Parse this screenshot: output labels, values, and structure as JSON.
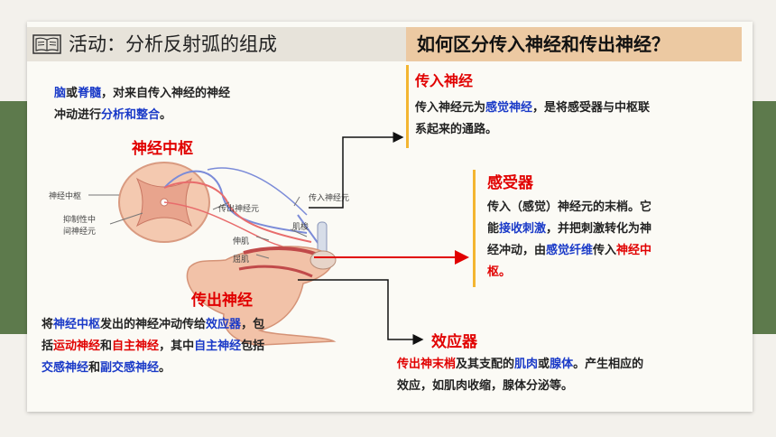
{
  "title_bar": {
    "text": "活动：分析反射弧的组成"
  },
  "question": {
    "text": "如何区分传入神经和传出神经？"
  },
  "center_note": {
    "line1": {
      "p1": "脑",
      "p2": "或",
      "p3": "脊髓",
      "p4": "，对来自传入神经的神经"
    },
    "line2": {
      "p1": "冲动进行",
      "p2": "分析和整合",
      "p3": "。"
    }
  },
  "labels": {
    "nerve_center": "神经中枢",
    "efferent": "传出神经"
  },
  "diagram_labels": {
    "center": "神经中枢",
    "interneuron_1": "抑制性中",
    "interneuron_2": "间神经元",
    "afferent_neuron": "传入神经元",
    "efferent_neuron": "传出神经元",
    "extensor": "伸肌",
    "flexor": "屈肌",
    "spindle": "肌梭"
  },
  "afferent": {
    "heading": "传入神经",
    "line1": {
      "p1": "传入神经元为",
      "p2": "感觉神经",
      "p3": "，是将感受器与中枢联"
    },
    "line2": "系起来的通路。"
  },
  "receptor": {
    "heading": "感受器",
    "line1": "传入（感觉）神经元的末梢。它",
    "line2": {
      "p1": "能",
      "p2": "接收刺激",
      "p3": "，并把刺激转化为神"
    },
    "line3": {
      "p1": "经冲动，由",
      "p2": "感觉纤维",
      "p3": "传入",
      "p4": "神经中"
    },
    "line4": "枢。"
  },
  "efferent_note": {
    "line1": {
      "p1": "将",
      "p2": "神经中枢",
      "p3": "发出的神经冲动传给",
      "p4": "效应器",
      "p5": "，包"
    },
    "line2": {
      "p1": "括",
      "p2": "运动神经",
      "p3": "和",
      "p4": "自主神经",
      "p5": "，其中",
      "p6": "自主神经",
      "p7": "包括"
    },
    "line3": {
      "p1": "交感神经",
      "p2": "和",
      "p3": "副交感神经",
      "p4": "。"
    }
  },
  "effector": {
    "heading": "效应器",
    "line1": {
      "p1": "传出神末梢",
      "p2": "及其支配的",
      "p3": "肌肉",
      "p4": "或",
      "p5": "腺体",
      "p6": "。产生相应的"
    },
    "line2": "效应，如肌肉收缩，腺体分泌等。"
  },
  "colors": {
    "accent_red": "#e10000",
    "accent_blue": "#1a3ac8",
    "band_green": "#5d7a4c",
    "question_bg": "#ecc9a2",
    "marker_yellow": "#f3b531"
  }
}
